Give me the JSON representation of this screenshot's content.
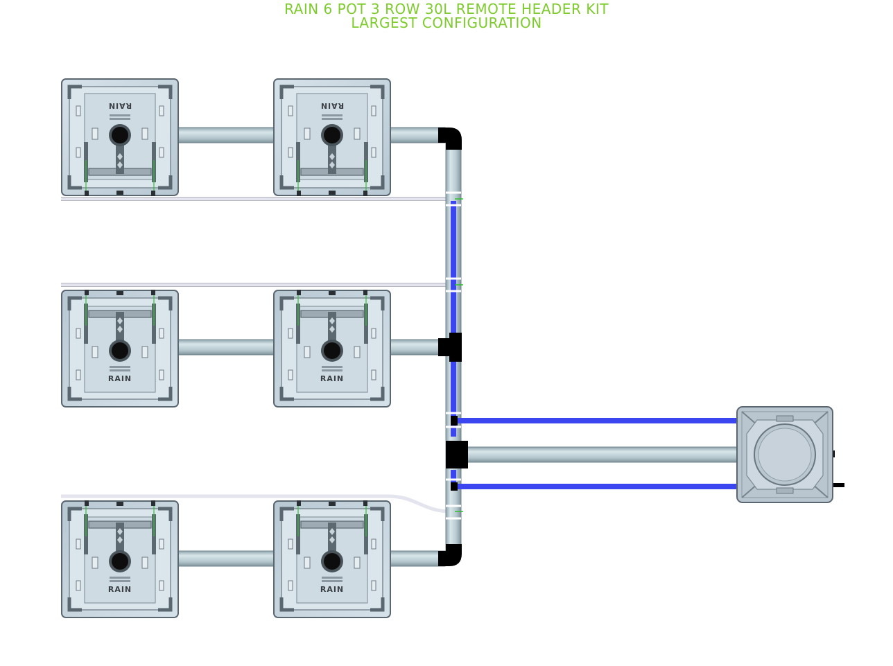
{
  "title": {
    "line1": "RAIN 6 POT 3 ROW 30L REMOTE HEADER KIT",
    "line2": "LARGEST CONFIGURATION"
  },
  "pot_label": "RAIN",
  "pots": [
    {
      "row": 1,
      "col": 1,
      "label_flipped": true
    },
    {
      "row": 1,
      "col": 2,
      "label_flipped": true
    },
    {
      "row": 2,
      "col": 1,
      "label_flipped": false
    },
    {
      "row": 2,
      "col": 2,
      "label_flipped": false
    },
    {
      "row": 3,
      "col": 1,
      "label_flipped": false
    },
    {
      "row": 3,
      "col": 2,
      "label_flipped": false
    }
  ],
  "colors": {
    "title": "#7dcb2c",
    "pot_body": "#c9d6e0",
    "pot_outline": "#5b6770",
    "pipe": "#a9bcc4",
    "blue_line": "#3b46f0",
    "white_line": "#e4e4ee",
    "fitting": "#000000",
    "marker": "#2ec12e"
  }
}
